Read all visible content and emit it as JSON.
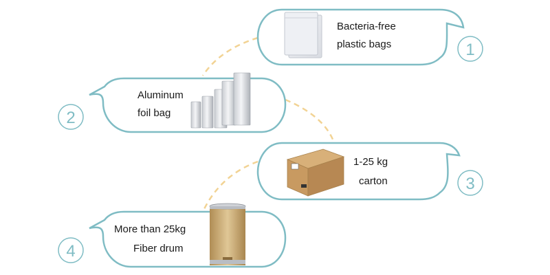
{
  "colors": {
    "accent_teal": "#7fbcc4",
    "connector_dash": "#f2d394",
    "card_fill": "#ffffff"
  },
  "steps": [
    {
      "number": "1",
      "label_lines": [
        "Bacteria-free",
        "plastic bags"
      ],
      "image_icon": "plastic-bag-icon"
    },
    {
      "number": "2",
      "label_lines": [
        "Aluminum",
        "foil bag"
      ],
      "image_icon": "foil-bags-icon"
    },
    {
      "number": "3",
      "label_lines": [
        "1-25 kg",
        "carton"
      ],
      "image_icon": "cardboard-box-icon"
    },
    {
      "number": "4",
      "label_lines": [
        "More than 25kg",
        "Fiber drum"
      ],
      "image_icon": "fiber-drum-icon"
    }
  ]
}
